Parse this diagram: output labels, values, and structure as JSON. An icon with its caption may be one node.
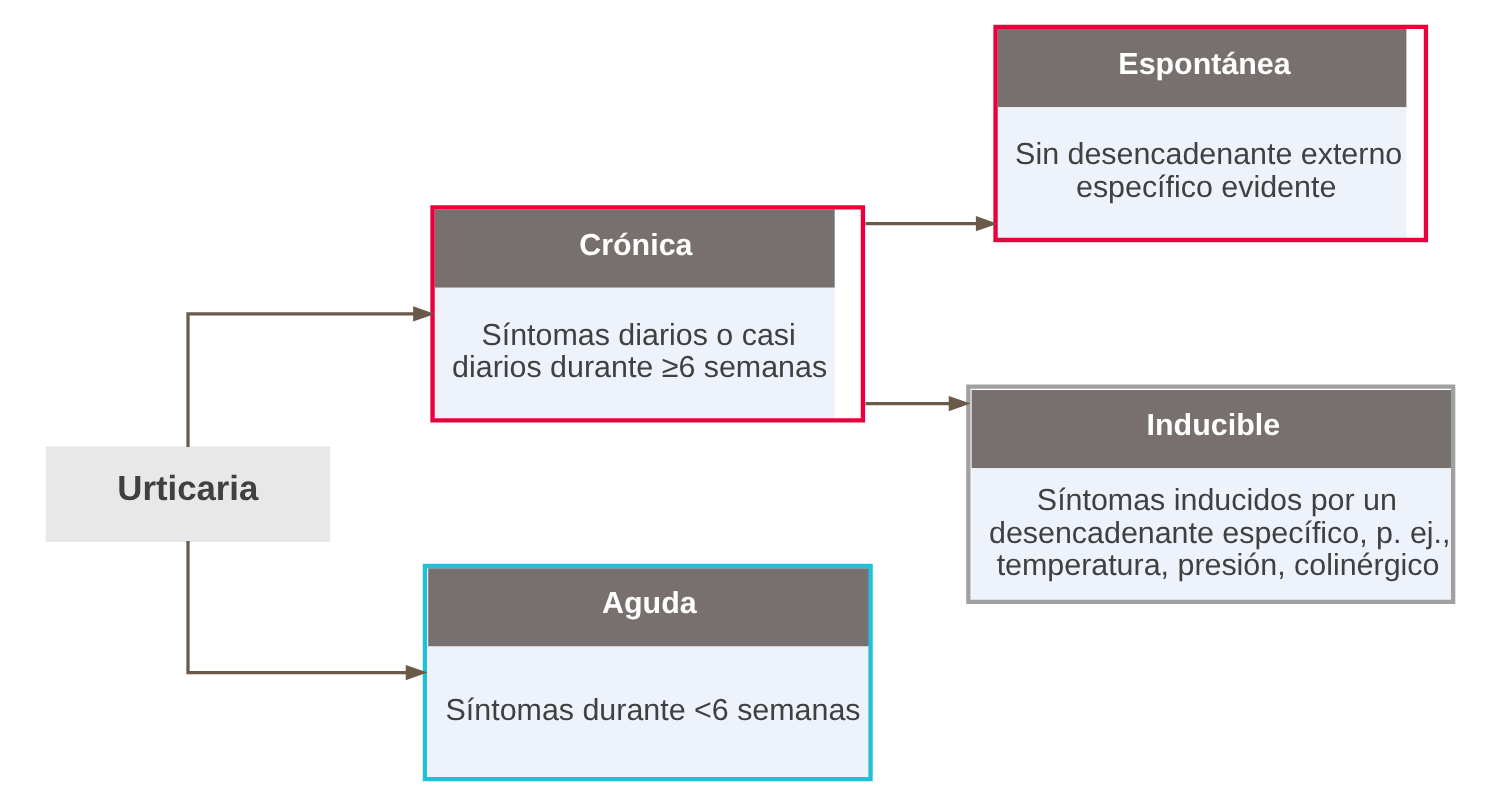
{
  "diagram": {
    "nodes": [
      {
        "text": [
          "Urticaria"
        ]
      },
      {
        "text": [
          "Crónica",
          "Síntomas diarios o casi diarios durante ≥6 semanas"
        ]
      },
      {
        "text": [
          "Aguda",
          "Síntomas durante <6 semanas"
        ]
      },
      {
        "text": [
          "Espontánea",
          "Sin desencadenante externo específico evidente"
        ]
      },
      {
        "text": [
          "Inducible",
          "Síntomas inducidos por un desencadenante específico, p. ej., temperatura, presión, colinérgico"
        ]
      }
    ],
    "edges": [
      {
        "from": 0,
        "to": 1,
        "arrow": "to"
      },
      {
        "from": 0,
        "to": 2,
        "arrow": "to"
      },
      {
        "from": 1,
        "to": 3,
        "arrow": "to"
      },
      {
        "from": 1,
        "to": 4,
        "arrow": "to"
      }
    ]
  }
}
